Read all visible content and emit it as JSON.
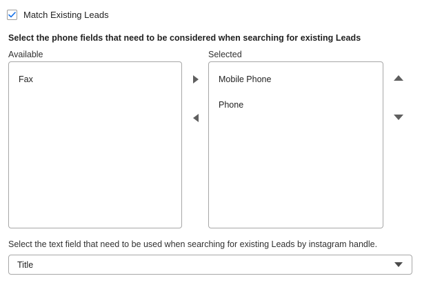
{
  "match_leads": {
    "checkbox_label": "Match Existing Leads",
    "checked": true,
    "check_color": "#1a73e8"
  },
  "phone_fields": {
    "heading": "Select the phone fields that need to be considered when searching for existing Leads",
    "available_label": "Available",
    "selected_label": "Selected",
    "available_options": [
      "Fax"
    ],
    "selected_options": [
      "Mobile Phone",
      "Phone"
    ],
    "transfer": {
      "move_right_icon": "triangle-right-icon",
      "move_left_icon": "triangle-left-icon"
    },
    "reorder": {
      "move_up_icon": "triangle-up-icon",
      "move_down_icon": "triangle-down-icon"
    }
  },
  "text_field": {
    "caption": "Select the text field that need to be used when searching for existing Leads by instagram handle.",
    "selected_value": "Title",
    "caret_icon": "chevron-down-icon"
  },
  "colors": {
    "border": "#a6a6a6",
    "text": "#1f1f1f",
    "arrow": "#5f5f5f",
    "background": "#ffffff"
  }
}
